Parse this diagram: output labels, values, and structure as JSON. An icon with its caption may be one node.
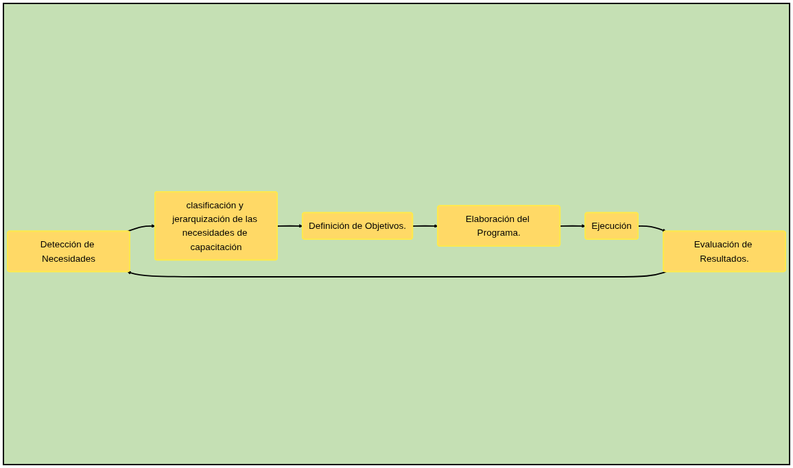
{
  "diagram": {
    "nodes": [
      {
        "text": [
          "Detección de Necesidades"
        ]
      },
      {
        "text": [
          "clasificación y jerarquización de las necesidades de capacitación"
        ]
      },
      {
        "text": [
          "Definición de Objetivos."
        ]
      },
      {
        "text": [
          "Elaboración del Programa."
        ]
      },
      {
        "text": [
          "Ejecución"
        ]
      },
      {
        "text": [
          "Evaluación de Resultados."
        ]
      }
    ],
    "edges": [
      {
        "from": 0,
        "to": 1,
        "arrow": "to"
      },
      {
        "from": 1,
        "to": 2,
        "arrow": "to"
      },
      {
        "from": 2,
        "to": 3,
        "arrow": "to"
      },
      {
        "from": 3,
        "to": 4,
        "arrow": "to"
      },
      {
        "from": 4,
        "to": 5,
        "arrow": "to"
      },
      {
        "from": 5,
        "to": 0,
        "arrow": "to"
      }
    ]
  }
}
